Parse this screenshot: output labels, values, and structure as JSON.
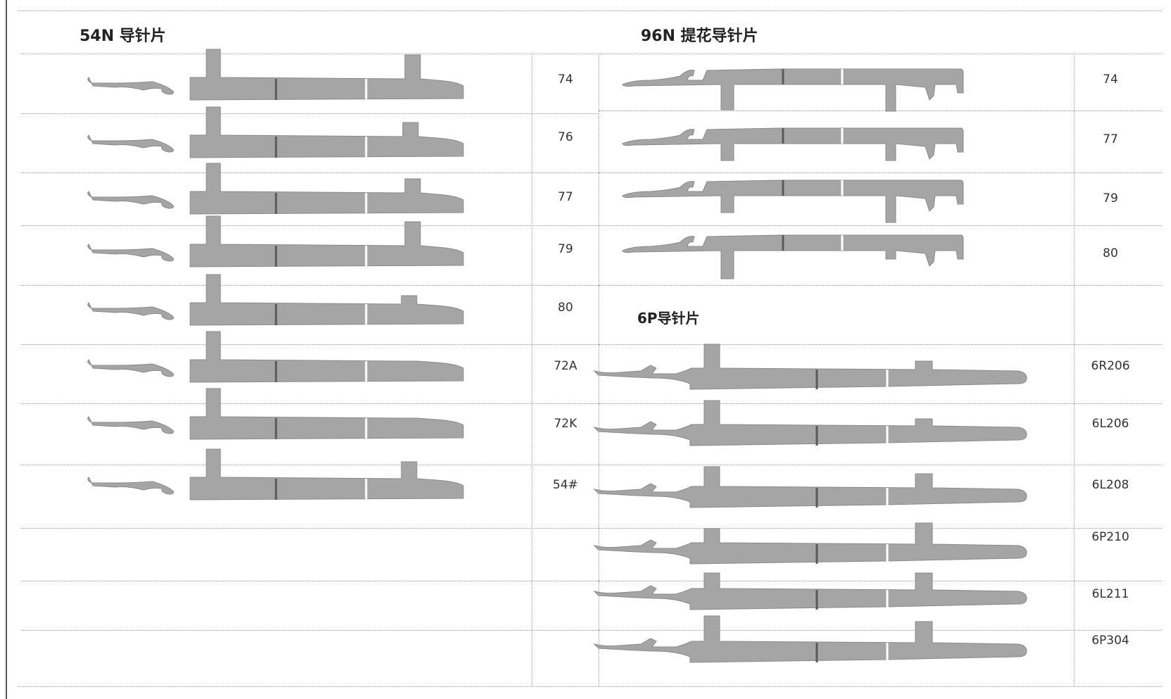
{
  "sections": {
    "left_title": "54N 导针片",
    "right_title": "96N 提花导针片",
    "sub_title": "6P导针片"
  },
  "left_codes": [
    "74",
    "76",
    "77",
    "79",
    "80",
    "72A",
    "72K",
    "54#"
  ],
  "right96_codes": [
    "74",
    "77",
    "79",
    "80"
  ],
  "right6p_codes": [
    "6R206",
    "6L206",
    "6L208",
    "6P210",
    "6L211",
    "6P304"
  ]
}
